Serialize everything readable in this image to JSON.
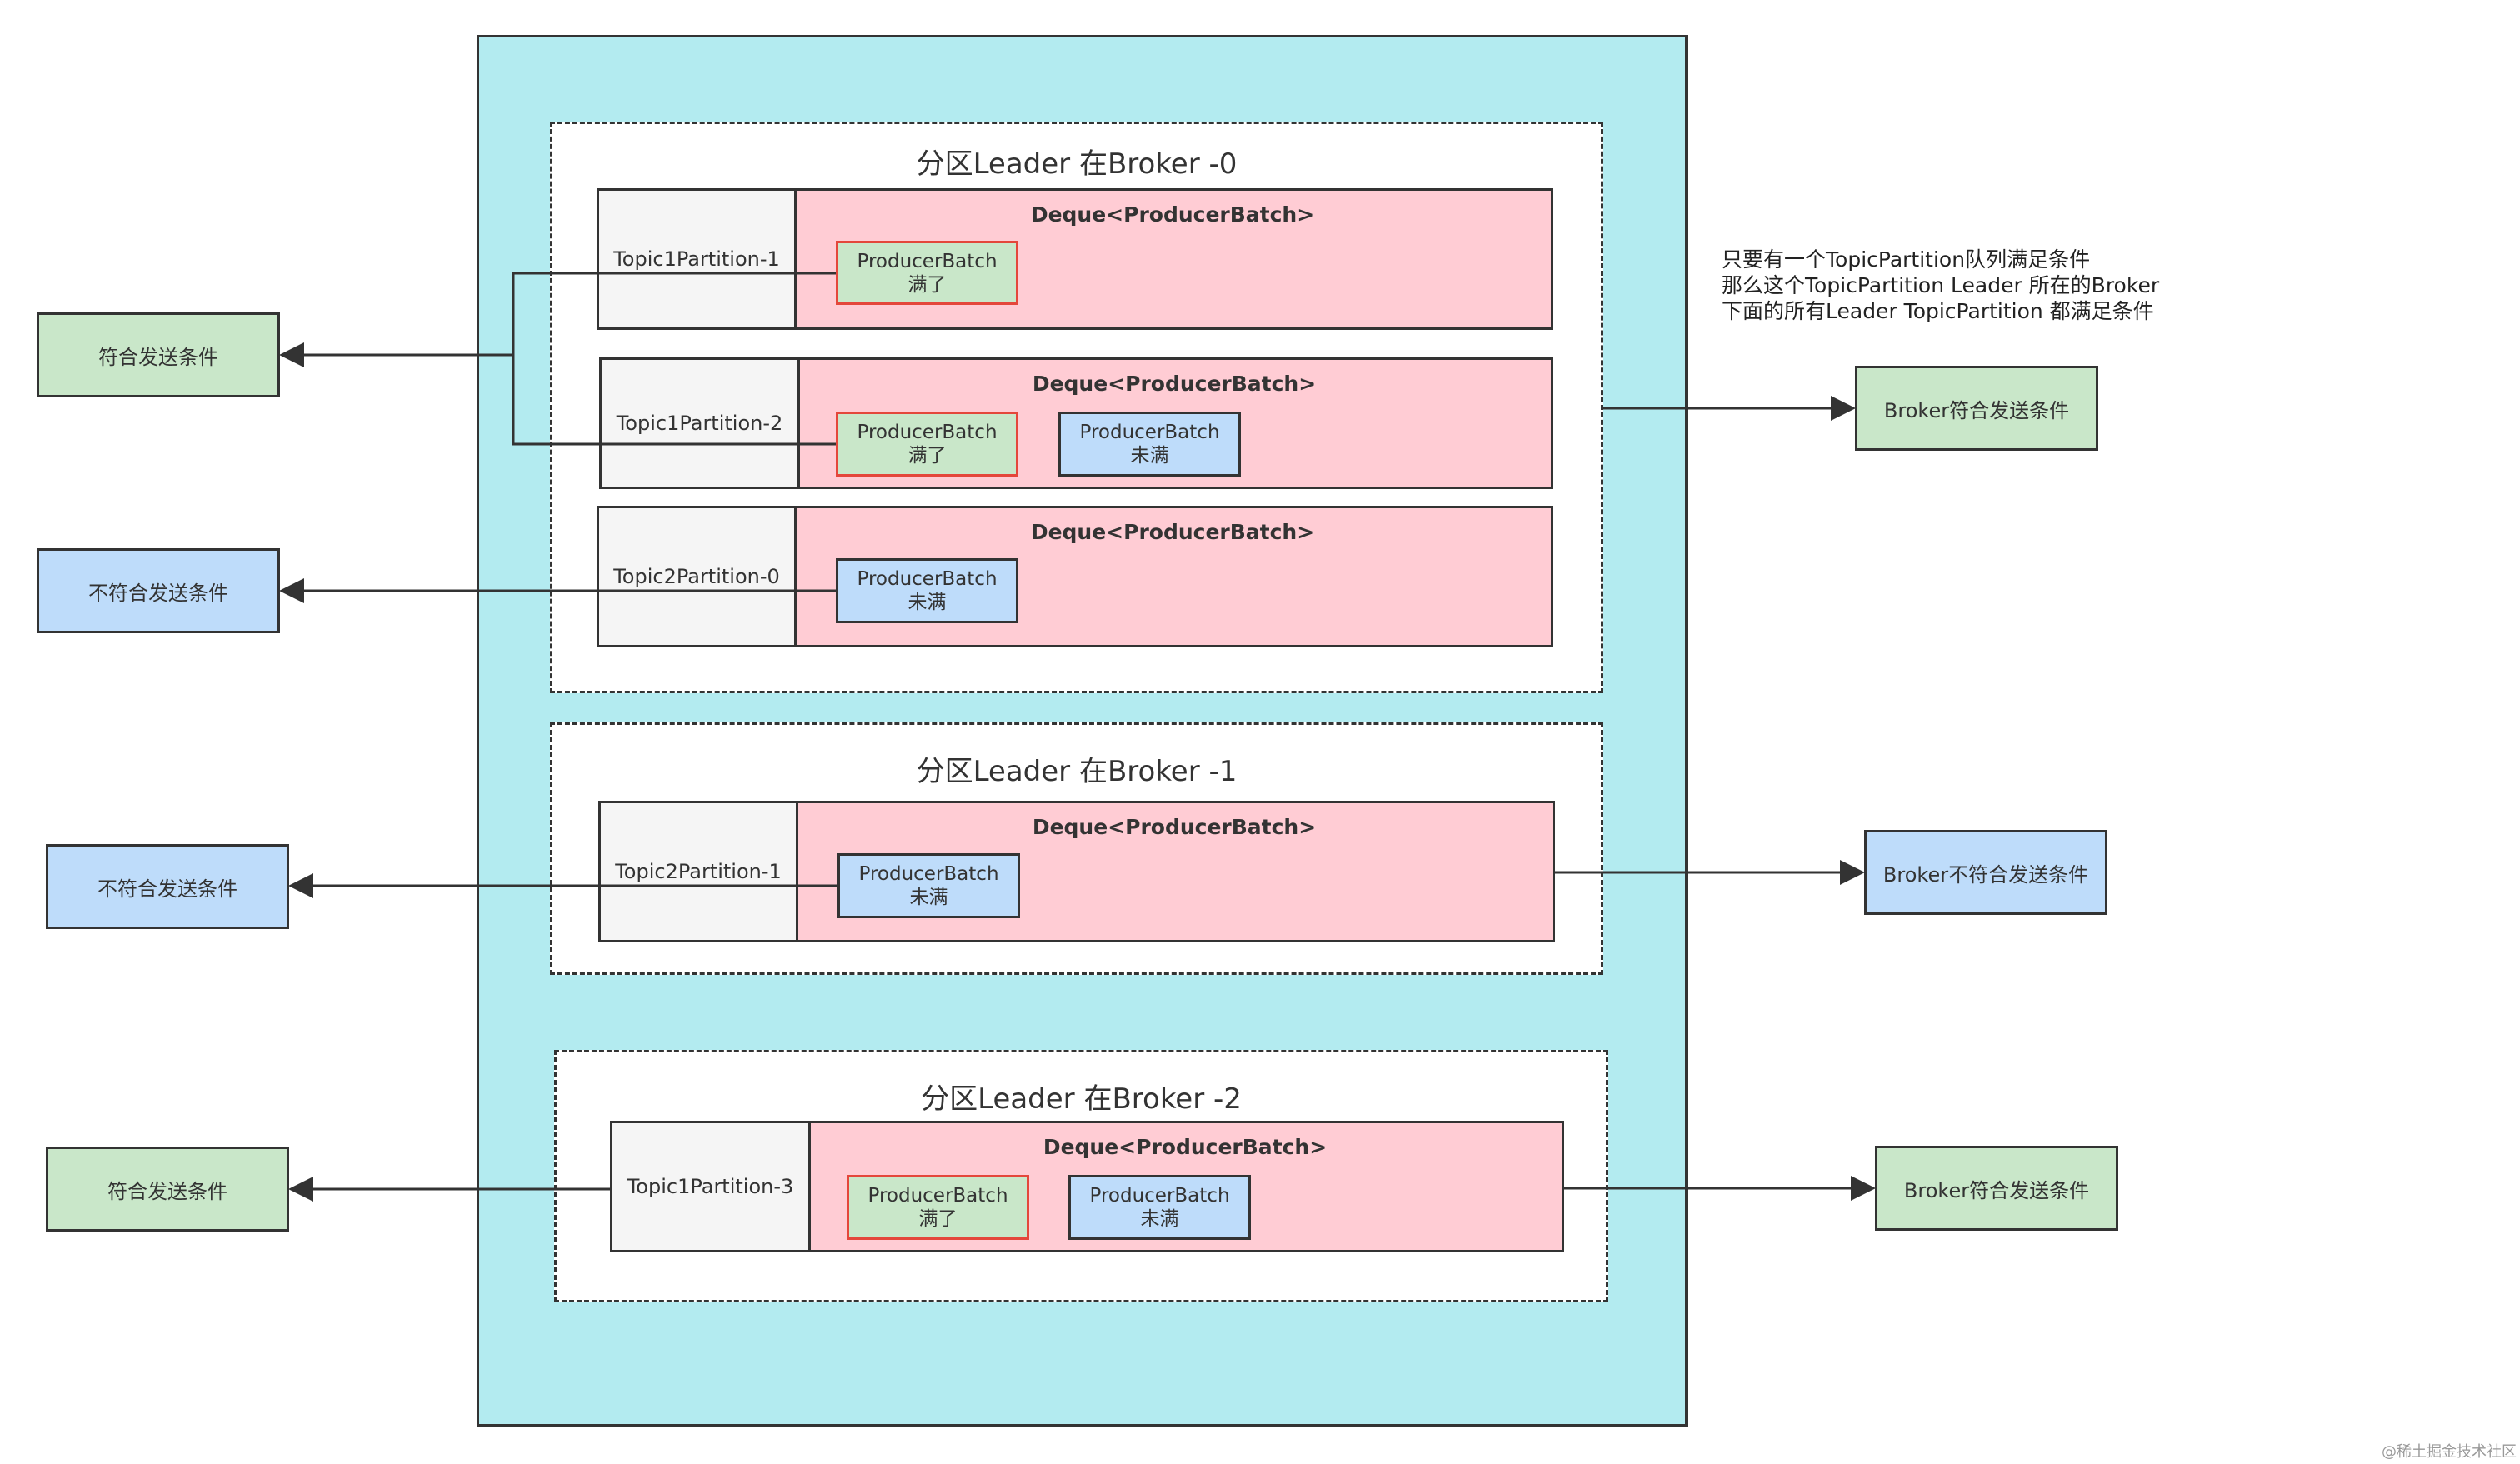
{
  "groups": [
    {
      "title": "分区Leader 在Broker -0",
      "rows": [
        {
          "partition": "Topic1Partition-1",
          "deque": "Deque<ProducerBatch>",
          "batches": [
            {
              "name": "ProducerBatch",
              "status": "满了"
            }
          ]
        },
        {
          "partition": "Topic1Partition-2",
          "deque": "Deque<ProducerBatch>",
          "batches": [
            {
              "name": "ProducerBatch",
              "status": "满了"
            },
            {
              "name": "ProducerBatch",
              "status": "未满"
            }
          ]
        },
        {
          "partition": "Topic2Partition-0",
          "deque": "Deque<ProducerBatch>",
          "batches": [
            {
              "name": "ProducerBatch",
              "status": "未满"
            }
          ]
        }
      ]
    },
    {
      "title": "分区Leader 在Broker -1",
      "rows": [
        {
          "partition": "Topic2Partition-1",
          "deque": "Deque<ProducerBatch>",
          "batches": [
            {
              "name": "ProducerBatch",
              "status": "未满"
            }
          ]
        }
      ]
    },
    {
      "title": "分区Leader 在Broker -2",
      "rows": [
        {
          "partition": "Topic1Partition-3",
          "deque": "Deque<ProducerBatch>",
          "batches": [
            {
              "name": "ProducerBatch",
              "status": "满了"
            },
            {
              "name": "ProducerBatch",
              "status": "未满"
            }
          ]
        }
      ]
    }
  ],
  "left_results": [
    "符合发送条件",
    "不符合发送条件",
    "不符合发送条件",
    "符合发送条件"
  ],
  "right_results": [
    "Broker符合发送条件",
    "Broker不符合发送条件",
    "Broker符合发送条件"
  ],
  "note": [
    "只要有一个TopicPartition队列满足条件",
    "那么这个TopicPartition Leader 所在的Broker",
    "下面的所有Leader TopicPartition 都满足条件"
  ],
  "watermark": "@稀土掘金技术社区",
  "colors": {
    "outer_bg": "#b3ebf0",
    "deque_bg": "#ffccd4",
    "partition_bg": "#f5f5f5",
    "full_bg": "#c9e7c9",
    "full_border": "#e4473b",
    "notfull_bg": "#bedcfa",
    "line": "#333333"
  }
}
